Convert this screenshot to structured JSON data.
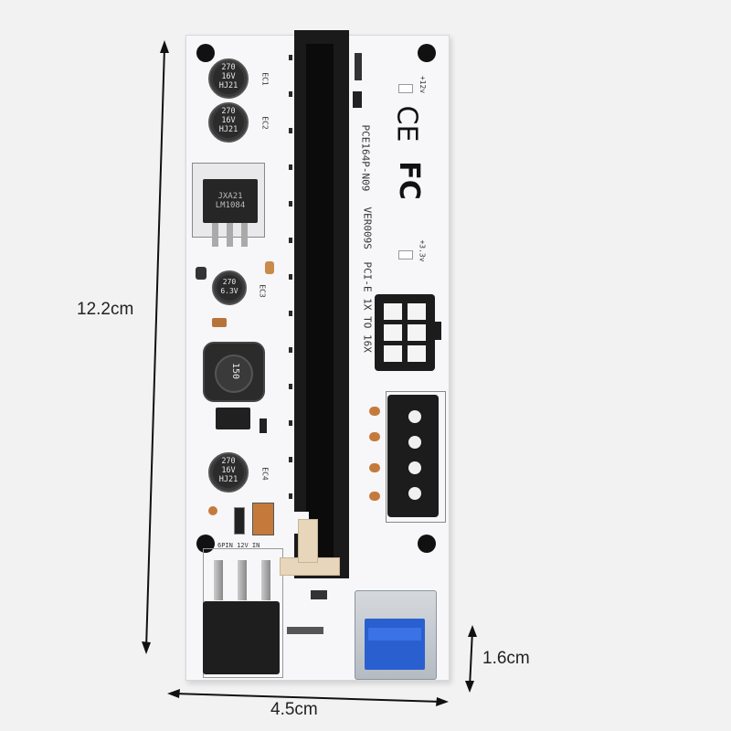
{
  "dimensions": {
    "height_label": "12.2cm",
    "width_label": "4.5cm",
    "usb_height_label": "1.6cm"
  },
  "board": {
    "model": "PCE164P-N09",
    "version": "VER009S",
    "description": "PCI-E 1X TO 16X",
    "led_12v": "+12v",
    "led_3v3": "+3.3v",
    "ce_mark": "CE",
    "fc_mark": "FC",
    "regulator_text_1": "JXA21",
    "regulator_text_2": "LM1084",
    "inductor_text": "150",
    "power_header_label": "6PIN 12V IN"
  },
  "capacitors": [
    {
      "line1": "270",
      "line2": "16V",
      "line3": "HJ21",
      "ref": "EC1"
    },
    {
      "line1": "270",
      "line2": "16V",
      "line3": "HJ21",
      "ref": "EC2"
    },
    {
      "line1": "270",
      "line2": "16V",
      "line3": "HJ21",
      "ref": "EC4"
    }
  ],
  "small_cap": {
    "line1": "270",
    "line2": "6.3V",
    "ref": "EC3"
  },
  "colors": {
    "board": "#f7f7fa",
    "slot": "#1a1a1a",
    "usb_blue": "#2a5fd0",
    "copper": "#c57a3c"
  }
}
